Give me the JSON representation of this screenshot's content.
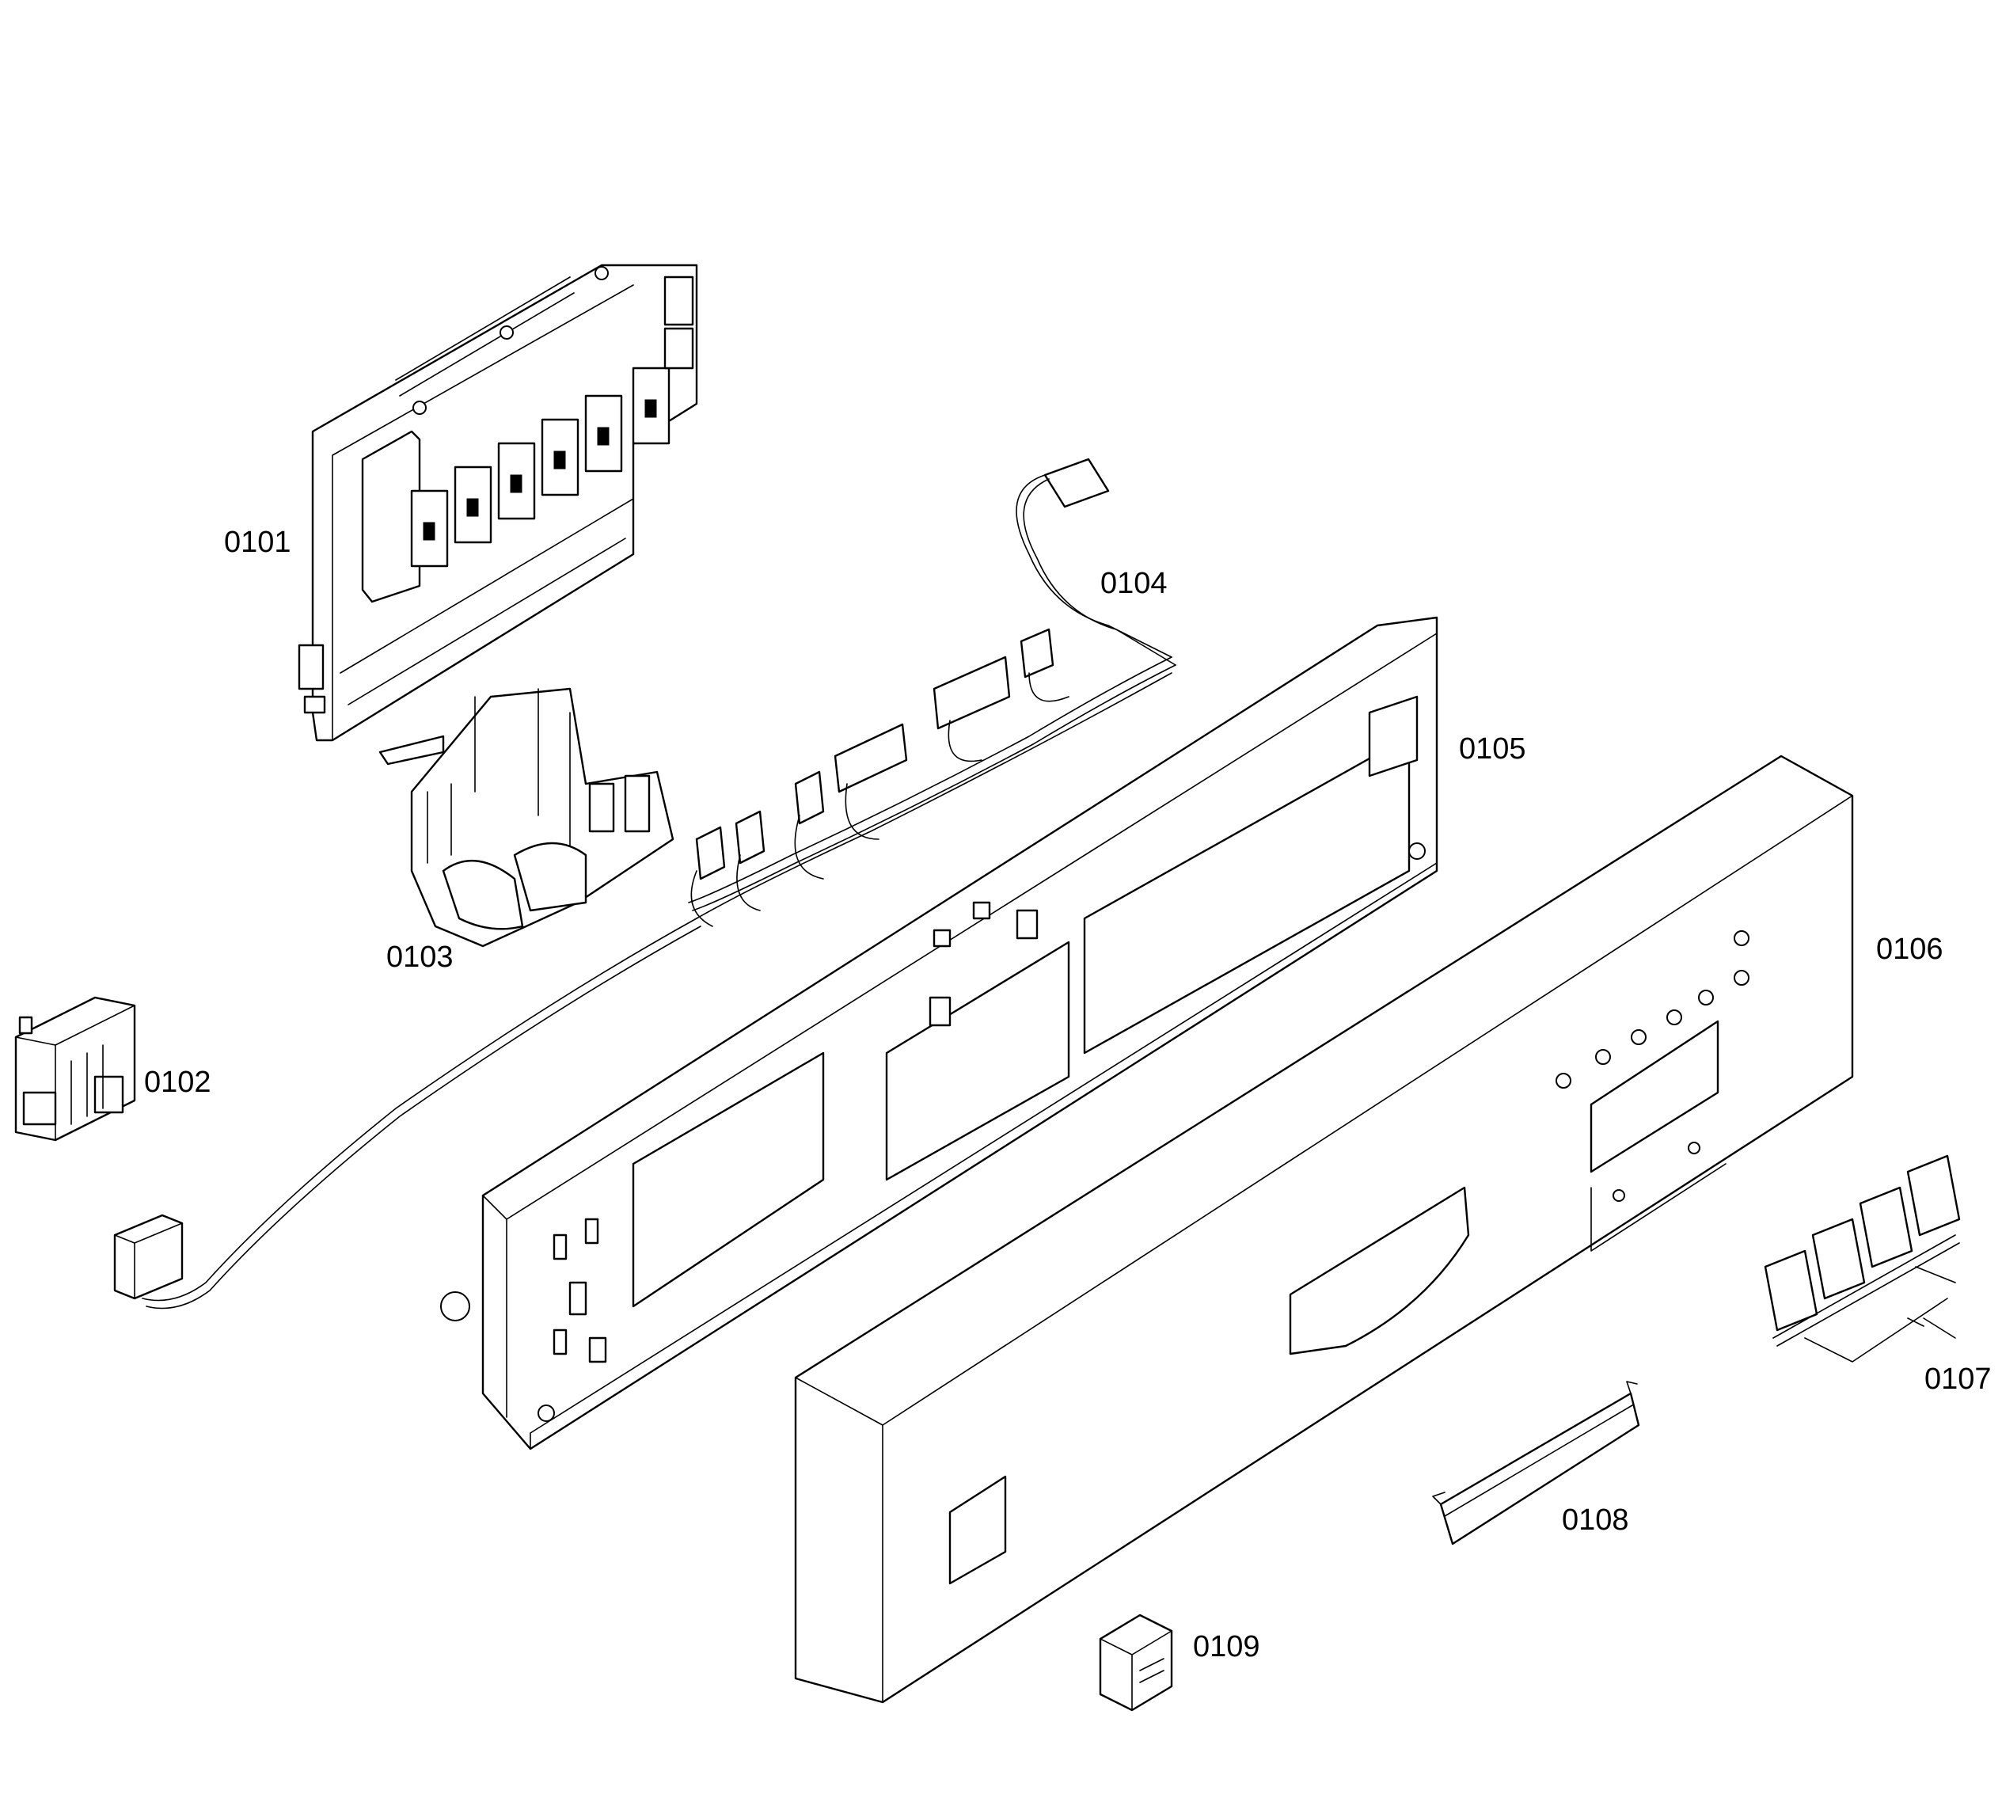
{
  "diagram": {
    "line_color": "#000000",
    "background": "#ffffff",
    "parts": [
      {
        "id": "0101",
        "label": "0101",
        "icon": "electronic-module"
      },
      {
        "id": "0102",
        "label": "0102",
        "icon": "switch"
      },
      {
        "id": "0103",
        "label": "0103",
        "icon": "door-lock"
      },
      {
        "id": "0104",
        "label": "0104",
        "icon": "wire-harness"
      },
      {
        "id": "0105",
        "label": "0105",
        "icon": "panel-frame"
      },
      {
        "id": "0106",
        "label": "0106",
        "icon": "control-panel-fascia"
      },
      {
        "id": "0107",
        "label": "0107",
        "icon": "push-buttons"
      },
      {
        "id": "0108",
        "label": "0108",
        "icon": "handle-insert"
      },
      {
        "id": "0109",
        "label": "0109",
        "icon": "button-cap"
      }
    ]
  }
}
